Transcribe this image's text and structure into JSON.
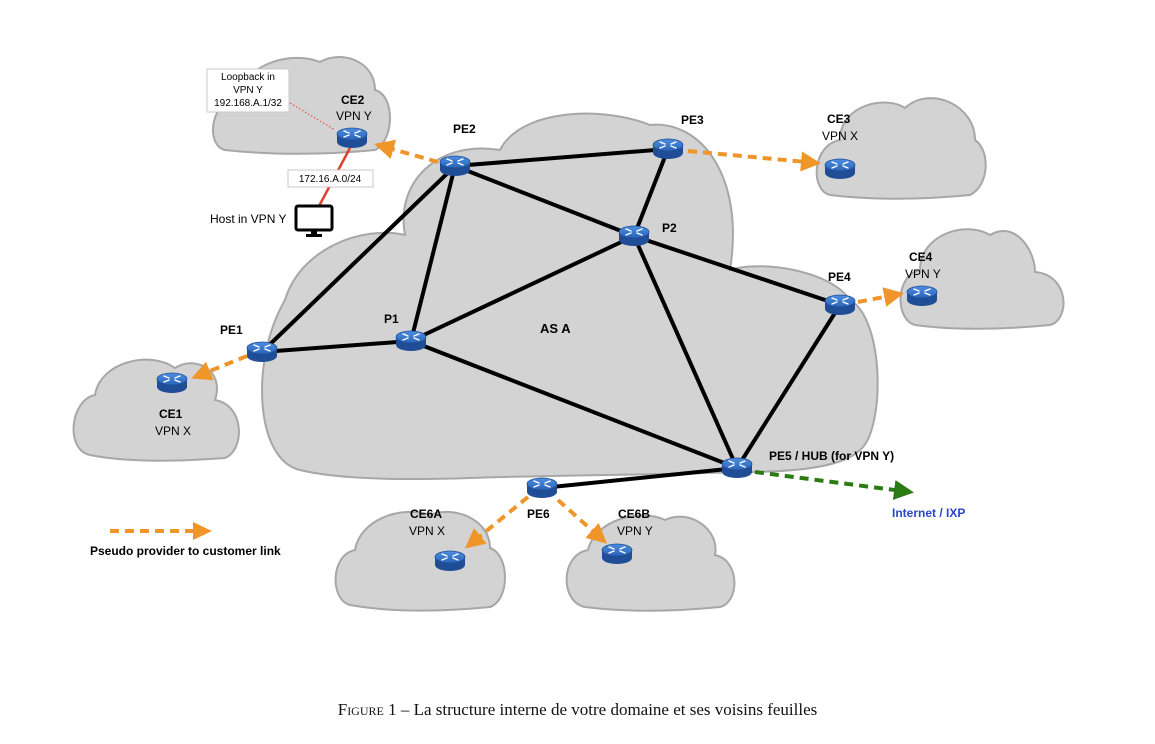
{
  "diagram": {
    "as_label": "AS A",
    "routers": {
      "pe1": "PE1",
      "pe2": "PE2",
      "pe3": "PE3",
      "pe4": "PE4",
      "pe5": "PE5 / HUB (for VPN Y)",
      "pe6": "PE6",
      "p1": "P1",
      "p2": "P2"
    },
    "customers": {
      "ce1": {
        "name": "CE1",
        "vpn": "VPN X"
      },
      "ce2": {
        "name": "CE2",
        "vpn": "VPN Y"
      },
      "ce3": {
        "name": "CE3",
        "vpn": "VPN X"
      },
      "ce4": {
        "name": "CE4",
        "vpn": "VPN Y"
      },
      "ce6a": {
        "name": "CE6A",
        "vpn": "VPN X"
      },
      "ce6b": {
        "name": "CE6B",
        "vpn": "VPN Y"
      }
    },
    "loopback_box": [
      "Loopback in",
      "VPN Y",
      "192.168.A.1/32"
    ],
    "subnet_box": "172.16.A.0/24",
    "host_label": "Host in VPN Y",
    "internet_label": "Internet / IXP",
    "legend_label": "Pseudo provider to customer link",
    "colors": {
      "cloud_fill": "#d3d3d3",
      "cloud_stroke": "#a7a7a7",
      "router_blue": "#2a64b8",
      "dashed_orange": "#f0952a",
      "dashed_green": "#2b7a14",
      "internet_blue": "#2947c7",
      "red_link": "#e0412e"
    }
  },
  "caption": {
    "prefix": "Figure 1",
    "text": " – La structure interne de votre domaine et ses voisins feuilles"
  }
}
